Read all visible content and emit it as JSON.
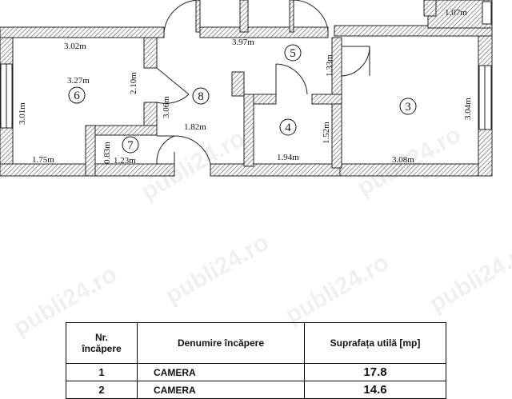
{
  "watermark": "publi24.ro",
  "rooms": [
    {
      "number": "6",
      "width": "3.27m",
      "height": "3.01m"
    },
    {
      "number": "8",
      "height": "3.06m"
    },
    {
      "number": "7"
    },
    {
      "number": "5"
    },
    {
      "number": "4"
    },
    {
      "number": "3"
    }
  ],
  "dimensions": {
    "d_302": "3.02m",
    "d_397": "3.97m",
    "d_107": "1.07m",
    "d_210": "2.10m",
    "d_133": "1.33m",
    "d_304": "3.04m",
    "d_182": "1.82m",
    "d_152": "1.52m",
    "d_083": "0.83m",
    "d_123": "1.23m",
    "d_175": "1.75m",
    "d_194": "1.94m",
    "d_308": "3.08m"
  },
  "table": {
    "headers": [
      "Nr.\nîncăpere",
      "Denumire încăpere",
      "Suprafața utilă [mp]"
    ],
    "rows": [
      {
        "nr": "1",
        "name": "CAMERA",
        "area": "17.8"
      },
      {
        "nr": "2",
        "name": "CAMERA",
        "area": "14.6"
      }
    ]
  }
}
